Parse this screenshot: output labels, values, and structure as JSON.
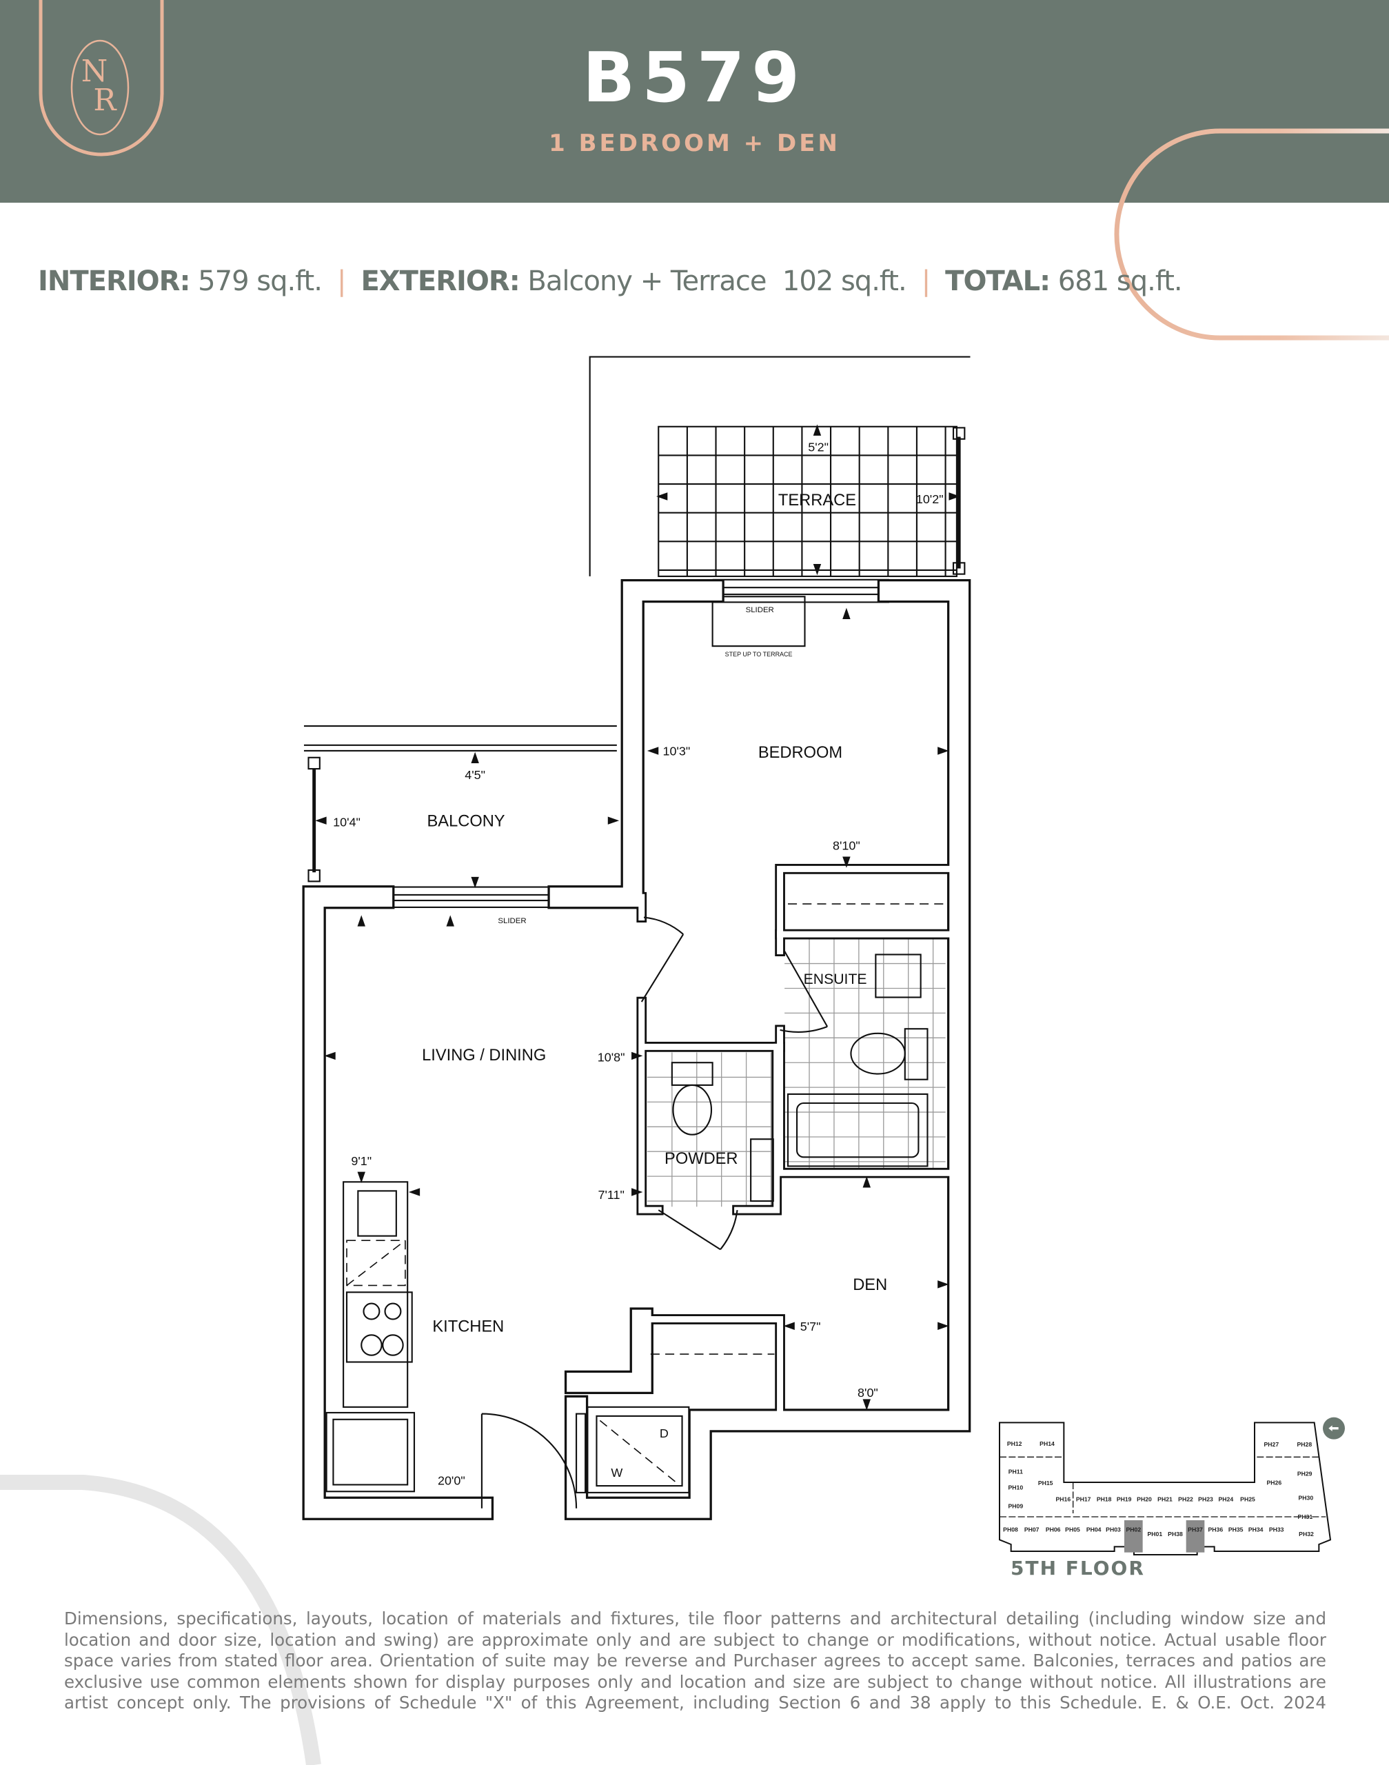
{
  "header": {
    "logo_letters": "NR",
    "title": "B579",
    "subtitle": "1 BEDROOM + DEN"
  },
  "specs": {
    "interior_label": "INTERIOR:",
    "interior_value": " 579 sq.ft.",
    "exterior_label": "EXTERIOR:",
    "exterior_value": " Balcony + Terrace  102 sq.ft.",
    "total_label": "TOTAL:",
    "total_value": " 681 sq.ft.",
    "separator": "|"
  },
  "plan": {
    "rooms": {
      "terrace": "TERRACE",
      "bedroom": "BEDROOM",
      "balcony": "BALCONY",
      "ensuite": "ENSUITE",
      "living_dining": "LIVING / DINING",
      "powder": "POWDER",
      "den": "DEN",
      "kitchen": "KITCHEN"
    },
    "notes": {
      "slider_bedroom": "SLIDER",
      "step_up": "STEP UP TO TERRACE",
      "slider_living": "SLIDER",
      "dryer": "D",
      "washer": "W"
    },
    "dimensions": {
      "terrace_depth": "5'2\"",
      "terrace_width": "10'2\"",
      "bedroom_width": "10'3\"",
      "balcony_depth": "4'5\"",
      "balcony_width": "10'4\"",
      "bedroom_length": "8'10\"",
      "living_width": "10'8\"",
      "powder_adj": "7'11\"",
      "kitchen_width": "9'1\"",
      "den_width": "5'7\"",
      "den_length": "8'0\"",
      "living_length": "20'0\""
    }
  },
  "keyplate": {
    "floor_label": "5TH FLOOR",
    "highlighted_units": [
      "PH02",
      "PH37"
    ],
    "units": [
      "PH12",
      "PH14",
      "PH11",
      "PH15",
      "PH10",
      "PH09",
      "PH16",
      "PH17",
      "PH18",
      "PH19",
      "PH20",
      "PH21",
      "PH22",
      "PH23",
      "PH24",
      "PH25",
      "PH27",
      "PH28",
      "PH29",
      "PH26",
      "PH30",
      "PH31",
      "PH08",
      "PH07",
      "PH06",
      "PH05",
      "PH04",
      "PH03",
      "PH02",
      "PH01",
      "PH38",
      "PH37",
      "PH36",
      "PH35",
      "PH34",
      "PH33",
      "PH32"
    ],
    "compass_icon": "north-arrow-icon"
  },
  "disclaimer": "Dimensions, specifications, layouts, location of materials and fixtures, tile floor patterns and architectural detailing (including window size and location and door size, location and swing) are approximate only and are subject to change or modifications, without notice. Actual usable floor space varies from stated floor area. Orientation of suite may be reverse and Purchaser agrees to accept same. Balconies, terraces and patios are exclusive use common elements shown for display purposes only and location and size are subject to change without notice. All illustrations are artist concept only. The provisions of Schedule \"X\" of this Agreement, including Section 6 and 38 apply to this Schedule. E. & O.E. Oct. 2024",
  "colors": {
    "header_bg": "#6a7870",
    "accent": "#e8b49a",
    "text_gray": "#6b7670"
  }
}
